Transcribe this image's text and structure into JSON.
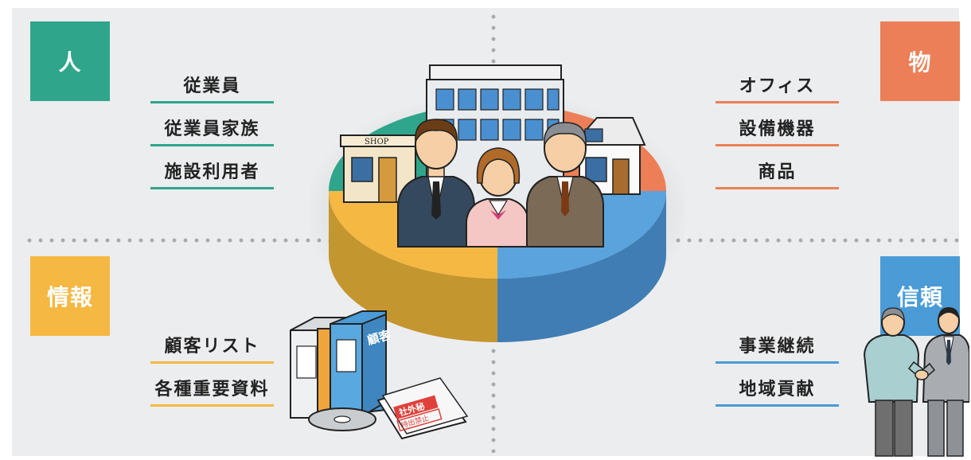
{
  "quadrants": {
    "people": {
      "label": "人",
      "color": "#2fa58b",
      "items": [
        "従業員",
        "従業員家族",
        "施設利用者"
      ]
    },
    "things": {
      "label": "物",
      "color": "#ec7f57",
      "items": [
        "オフィス",
        "設備機器",
        "商品"
      ]
    },
    "info": {
      "label": "情報",
      "color": "#f5b843",
      "items": [
        "顧客リスト",
        "各種重要資料"
      ]
    },
    "trust": {
      "label": "信頼",
      "color": "#4a9bd6",
      "items": [
        "事業継続",
        "地域貢献"
      ]
    }
  },
  "illustrations": {
    "shop_sign": "SHOP",
    "binder_label": "顧客",
    "folder_stamp_top": "社外秘",
    "folder_stamp_bottom": "持出禁止"
  }
}
